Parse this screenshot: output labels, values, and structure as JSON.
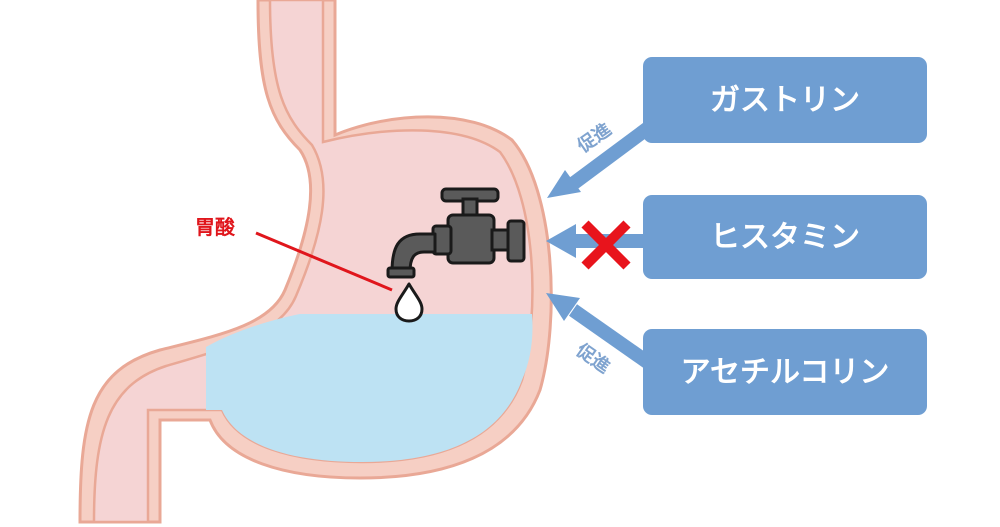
{
  "labels": {
    "acid": "胃酸",
    "promote_top": "促進",
    "promote_bottom": "促進"
  },
  "boxes": {
    "gastrin": "ガストリン",
    "histamine": "ヒスタミン",
    "acetylcholine": "アセチルコリン"
  },
  "colors": {
    "stomach_wall": "#f6cfc4",
    "stomach_outline": "#e9a896",
    "stomach_inner": "#f5d4d4",
    "fluid": "#bde2f3",
    "box": "#6f9ed2",
    "arrow": "#6f9ed2",
    "block_mark": "#e8141c",
    "acid_line": "#e0161c"
  },
  "icons": {
    "faucet": "faucet-icon",
    "drop": "water-drop-icon",
    "block": "cross-mark-icon"
  }
}
